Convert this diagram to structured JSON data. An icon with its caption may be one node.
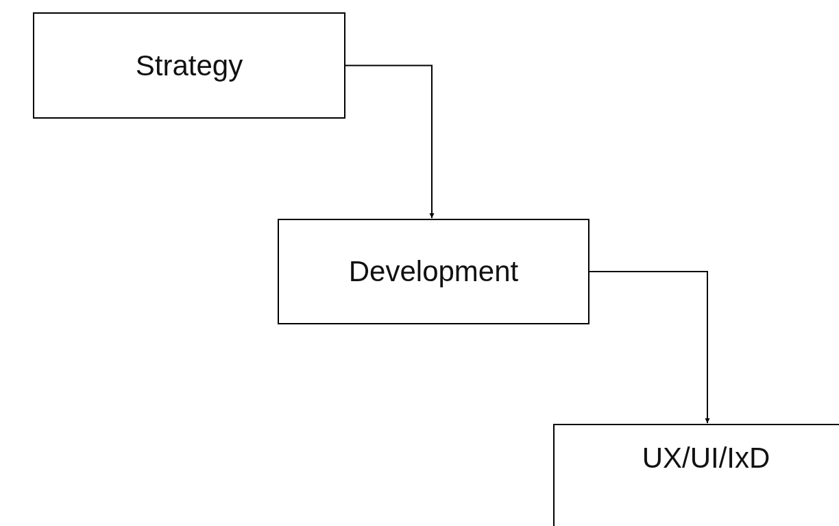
{
  "diagram": {
    "nodes": [
      {
        "text": [
          "Strategy"
        ]
      },
      {
        "text": [
          "Development"
        ]
      },
      {
        "text": [
          "UX/UI/IxD"
        ]
      }
    ],
    "edges": [
      {
        "from": 0,
        "to": 1,
        "arrow": "to"
      },
      {
        "from": 1,
        "to": 2,
        "arrow": "to"
      }
    ]
  }
}
